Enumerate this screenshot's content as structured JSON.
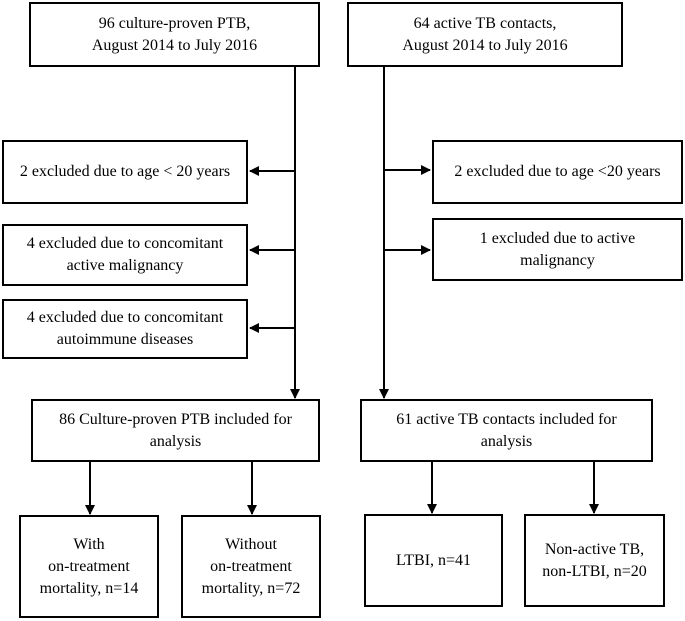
{
  "left_column": {
    "source": {
      "line1": "96 culture-proven PTB,",
      "line2": "August 2014 to July 2016"
    },
    "exclusions": [
      {
        "text": "2 excluded due to age < 20 years"
      },
      {
        "text": "4 excluded due to concomitant\nactive malignancy"
      },
      {
        "text": "4 excluded due to concomitant\nautoimmune diseases"
      }
    ],
    "included": {
      "text": "86 Culture-proven PTB included for\nanalysis"
    },
    "outcomes": [
      {
        "text": "With\non-treatment\nmortality, n=14"
      },
      {
        "text": "Without\non-treatment\nmortality, n=72"
      }
    ]
  },
  "right_column": {
    "source": {
      "line1": "64 active TB contacts,",
      "line2": "August 2014 to July 2016"
    },
    "exclusions": [
      {
        "text": "2 excluded due to age <20 years"
      },
      {
        "text": "1 excluded due to active\nmalignancy"
      }
    ],
    "included": {
      "text": "61 active TB contacts included for\nanalysis"
    },
    "outcomes": [
      {
        "text": "LTBI, n=41"
      },
      {
        "text": "Non-active TB,\nnon-LTBI, n=20"
      }
    ]
  }
}
